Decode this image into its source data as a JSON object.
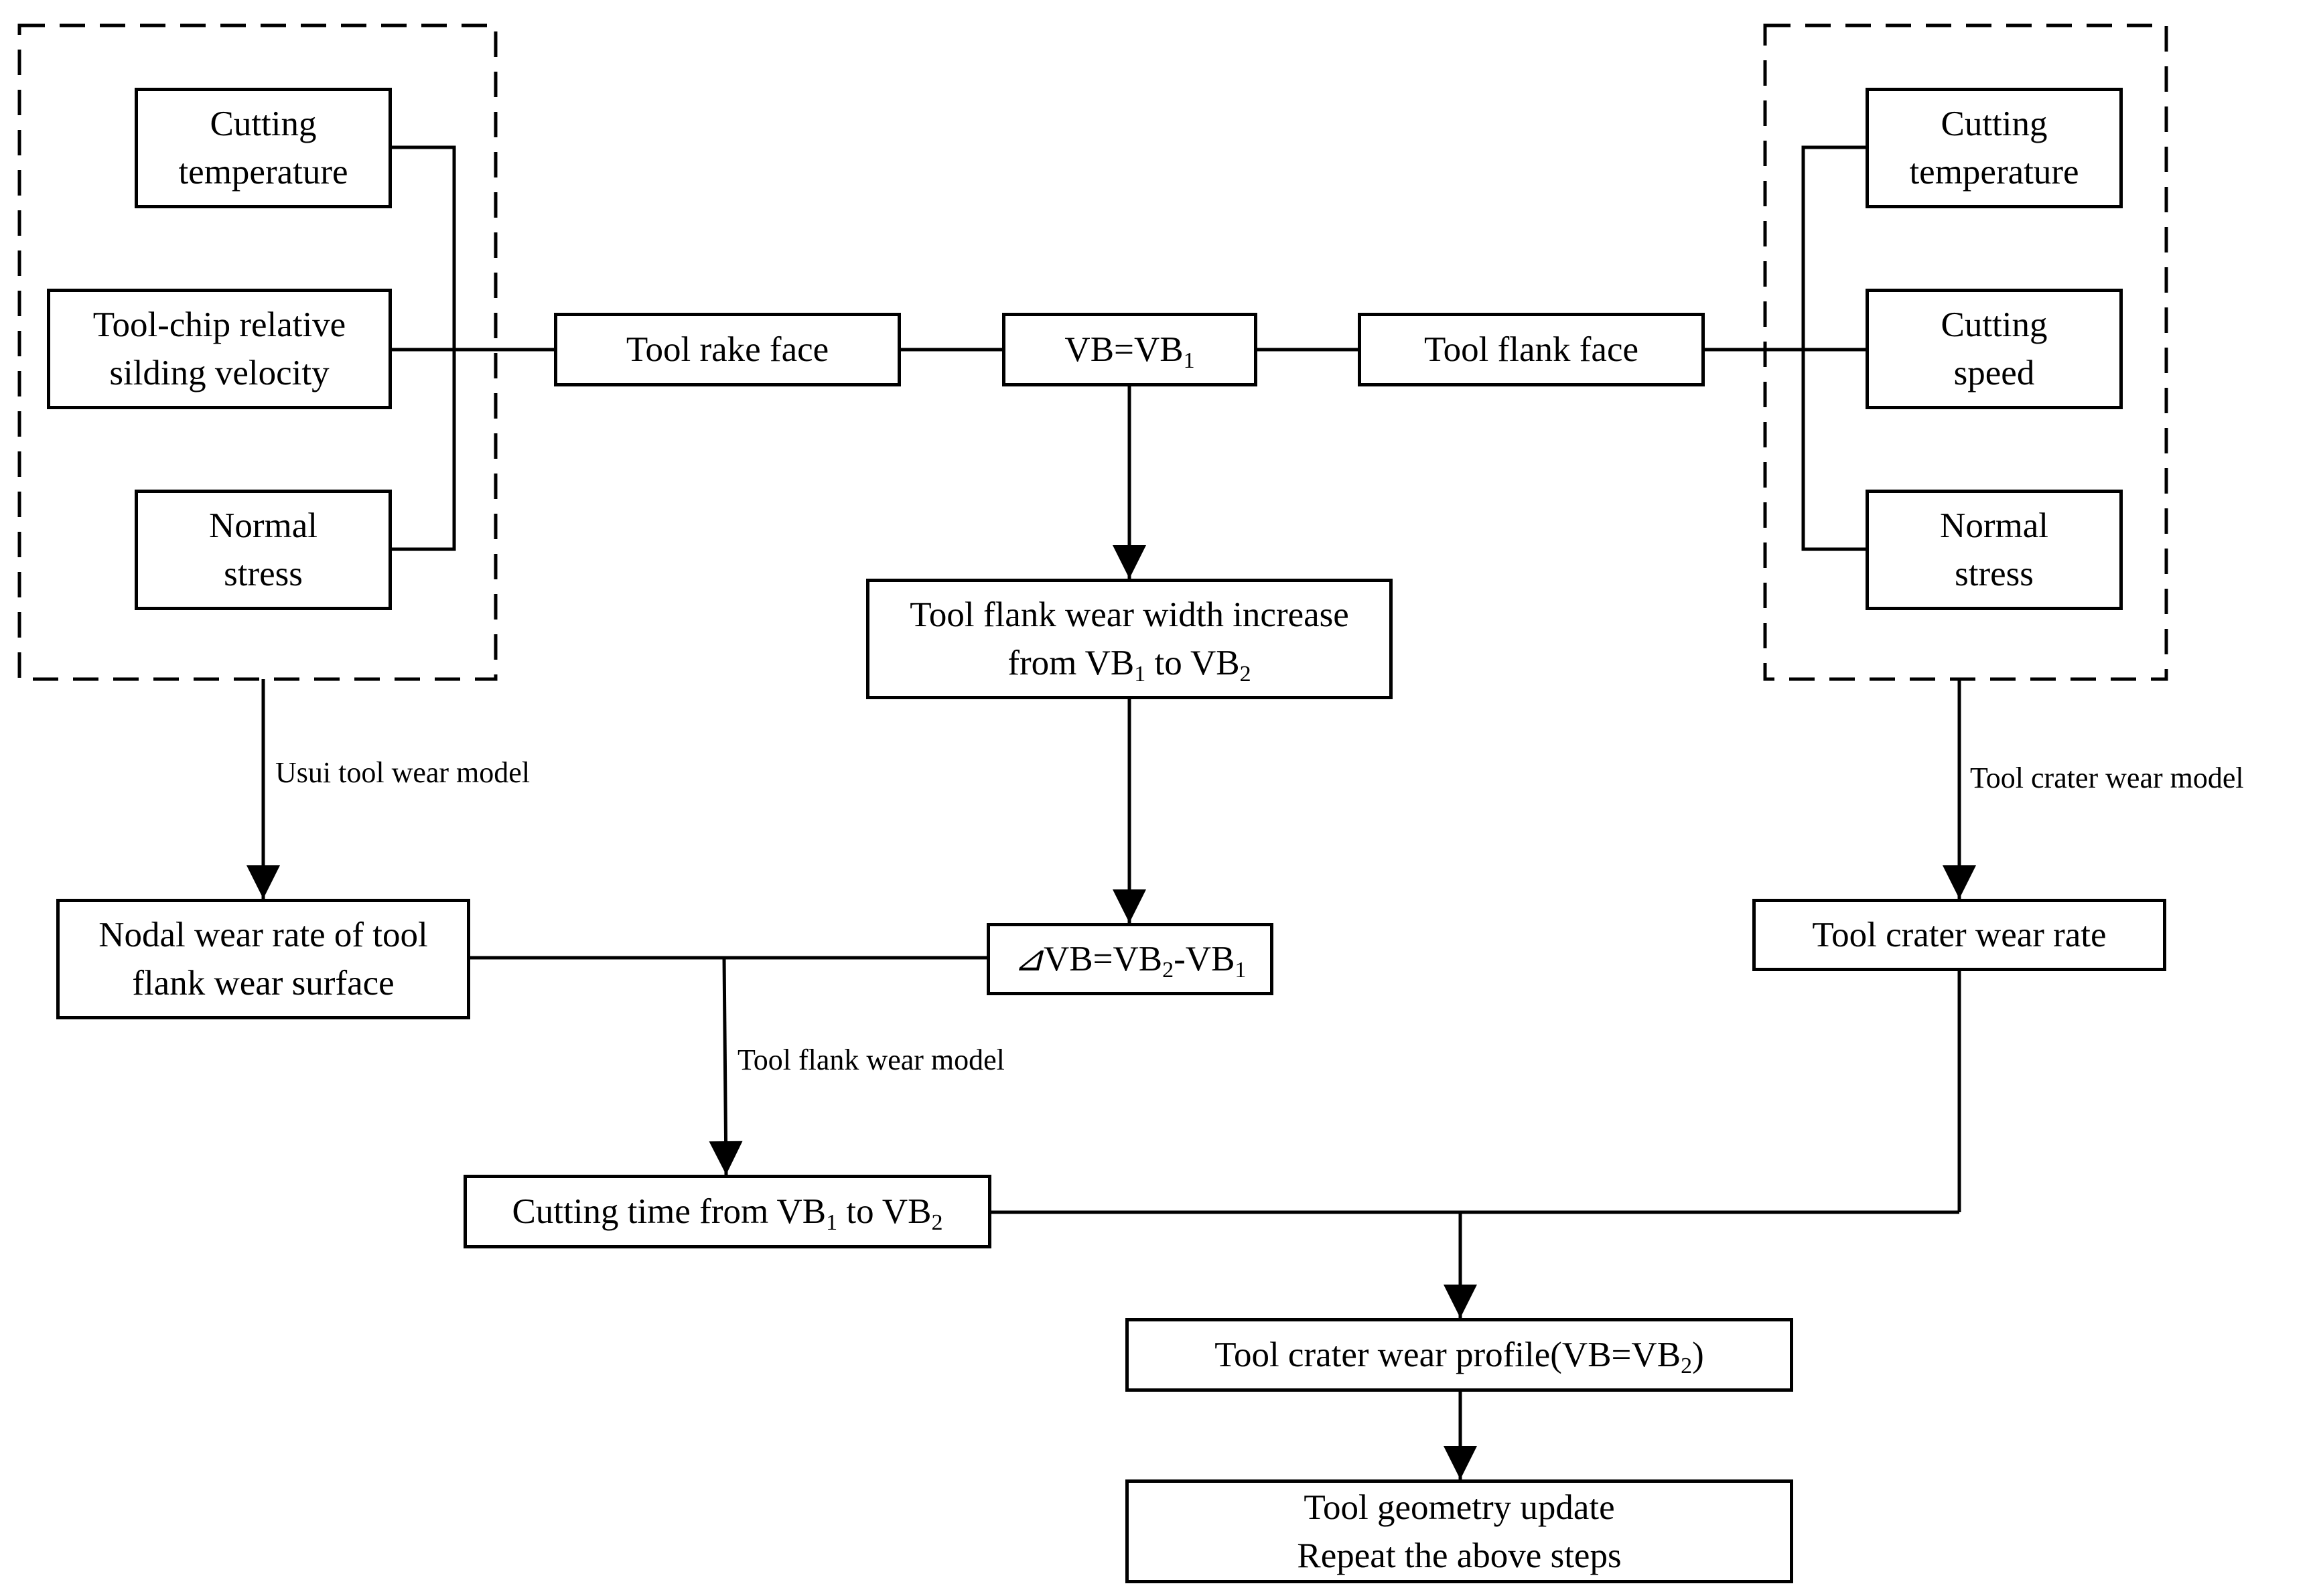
{
  "colors": {
    "stroke": "#000000",
    "background": "#ffffff"
  },
  "groups": {
    "rake_inputs": {
      "cutting_temperature": [
        "Cutting",
        "temperature"
      ],
      "sliding_velocity": [
        "Tool-chip relative",
        "silding velocity"
      ],
      "normal_stress": [
        "Normal",
        "stress"
      ]
    },
    "flank_inputs": {
      "cutting_temperature": [
        "Cutting",
        "temperature"
      ],
      "cutting_speed": [
        "Cutting",
        "speed"
      ],
      "normal_stress": [
        "Normal",
        "stress"
      ]
    }
  },
  "nodes": {
    "tool_rake_face": "Tool rake face",
    "vb_initial": {
      "base": "VB=VB",
      "sub": "1"
    },
    "tool_flank_face": "Tool flank face",
    "flank_wear_increase": {
      "line1": "Tool flank wear width increase",
      "line2_a": "from VB",
      "line2_sub1": "1",
      "line2_b": " to VB",
      "line2_sub2": "2"
    },
    "delta_vb": {
      "delta": "⊿",
      "a": "VB=VB",
      "sub1": "2",
      "b": "-VB",
      "sub2": "1"
    },
    "nodal_wear_rate": [
      "Nodal wear rate of tool",
      "flank wear surface"
    ],
    "crater_wear_rate": "Tool crater wear rate",
    "cutting_time": {
      "a": "Cutting time from VB",
      "sub1": "1",
      "b": " to VB",
      "sub2": "2"
    },
    "crater_wear_profile": {
      "a": "Tool crater wear profile(VB=VB",
      "sub": "2",
      "b": ")"
    },
    "geometry_update": [
      "Tool geometry update",
      "Repeat the above steps"
    ]
  },
  "edge_labels": {
    "usui_model": "Usui tool wear model",
    "crater_model": "Tool crater wear model",
    "flank_model": "Tool flank wear model"
  }
}
